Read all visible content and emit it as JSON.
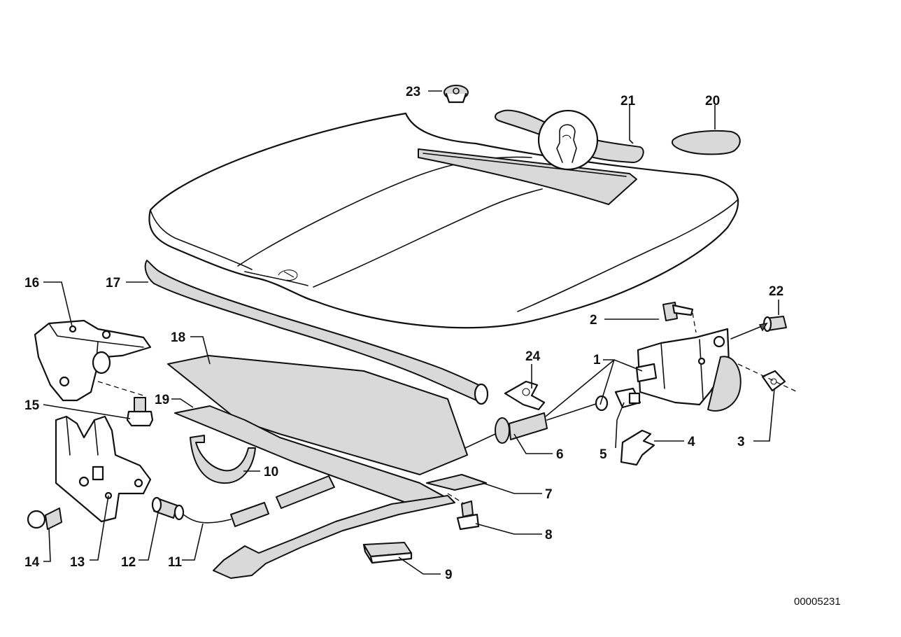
{
  "callouts": [
    {
      "id": "c1",
      "text": "1"
    },
    {
      "id": "c2",
      "text": "2"
    },
    {
      "id": "c3",
      "text": "3"
    },
    {
      "id": "c4",
      "text": "4"
    },
    {
      "id": "c5",
      "text": "5"
    },
    {
      "id": "c6",
      "text": "6"
    },
    {
      "id": "c7",
      "text": "7"
    },
    {
      "id": "c8",
      "text": "8"
    },
    {
      "id": "c9",
      "text": "9"
    },
    {
      "id": "c10",
      "text": "10"
    },
    {
      "id": "c11",
      "text": "11"
    },
    {
      "id": "c12",
      "text": "12"
    },
    {
      "id": "c13",
      "text": "13"
    },
    {
      "id": "c14",
      "text": "14"
    },
    {
      "id": "c15",
      "text": "15"
    },
    {
      "id": "c16",
      "text": "16"
    },
    {
      "id": "c17",
      "text": "17"
    },
    {
      "id": "c18",
      "text": "18"
    },
    {
      "id": "c19",
      "text": "19"
    },
    {
      "id": "c20",
      "text": "20"
    },
    {
      "id": "c21",
      "text": "21"
    },
    {
      "id": "c22",
      "text": "22"
    },
    {
      "id": "c23",
      "text": "23"
    },
    {
      "id": "c24",
      "text": "24"
    }
  ],
  "diagram_code": "00005231"
}
